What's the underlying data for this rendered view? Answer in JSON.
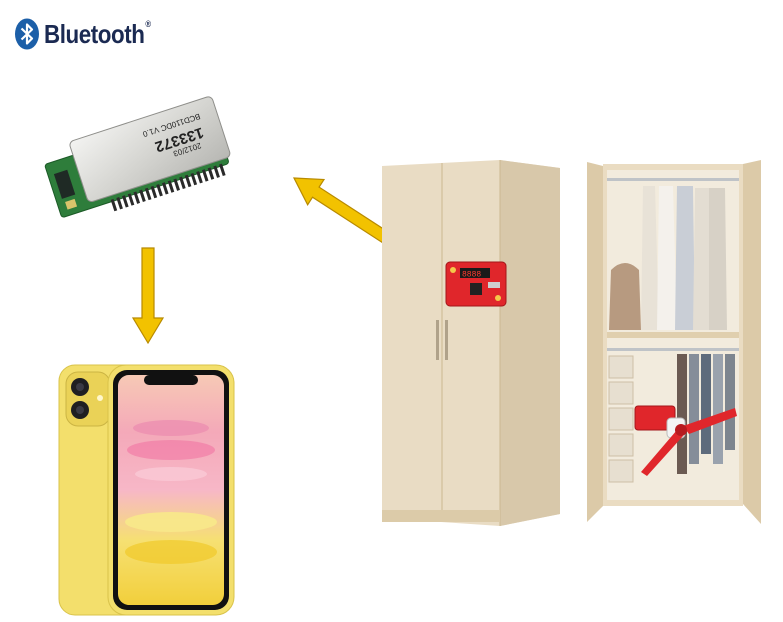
{
  "logo": {
    "wordmark": "Bluetooth",
    "trademark": "®",
    "icon": "bluetooth-icon",
    "colors": {
      "badge": "#1c5fa8",
      "text": "#1b2a52"
    }
  },
  "module": {
    "line1": "133372",
    "line2": "2012/03",
    "line3": "BCD110DC V1.0",
    "icon": "bluetooth-module-icon"
  },
  "phone": {
    "icon": "smartphone-icon",
    "colors": {
      "body": "#f3df6c"
    }
  },
  "wardrobe_closed": {
    "icon": "wardrobe-closed-icon"
  },
  "wardrobe_open": {
    "icon": "wardrobe-open-icon"
  },
  "board": {
    "display": "8888",
    "icon": "circuit-board-icon"
  },
  "fan": {
    "icon": "fan-icon"
  },
  "arrows": {
    "color": "#f2c200",
    "stroke": "#b88a00"
  }
}
